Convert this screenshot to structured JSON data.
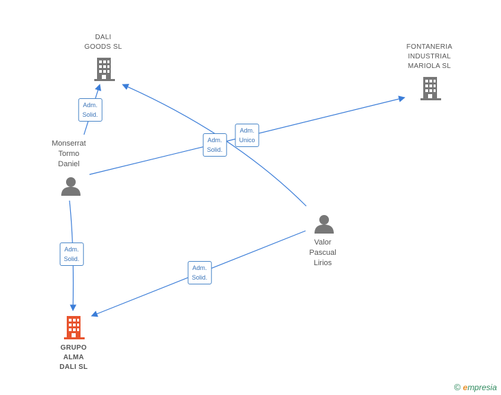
{
  "nodes": {
    "dali_goods": {
      "label": "DALI\nGOODS  SL",
      "type": "company",
      "color": "#777777"
    },
    "fontaneria": {
      "label": "FONTANERIA\nINDUSTRIAL\nMARIOLA  SL",
      "type": "company",
      "color": "#777777"
    },
    "grupo_alma": {
      "label": "GRUPO\nALMA\nDALI  SL",
      "type": "company",
      "color": "#e8542e"
    },
    "monserrat": {
      "label": "Monserrat\nTormo\nDaniel",
      "type": "person",
      "color": "#777777"
    },
    "valor": {
      "label": "Valor\nPascual\nLirios",
      "type": "person",
      "color": "#777777"
    }
  },
  "edges": [
    {
      "label": "Adm.\nSolid.",
      "from": "monserrat",
      "to": "dali_goods"
    },
    {
      "label": "Adm.\nSolid.",
      "from": "monserrat",
      "to": "grupo_alma"
    },
    {
      "label": "Adm.\nSolid.",
      "from": "valor",
      "to": "dali_goods"
    },
    {
      "label": "Adm.\nUnico",
      "from": "monserrat",
      "to": "fontaneria"
    },
    {
      "label": "Adm.\nSolid.",
      "from": "valor",
      "to": "grupo_alma"
    }
  ],
  "colors": {
    "edge": "#3b7dd8",
    "edge_label_border": "#4a86c8"
  },
  "brand": {
    "copyright": "©",
    "name_initial": "e",
    "name_rest": "mpresia"
  }
}
